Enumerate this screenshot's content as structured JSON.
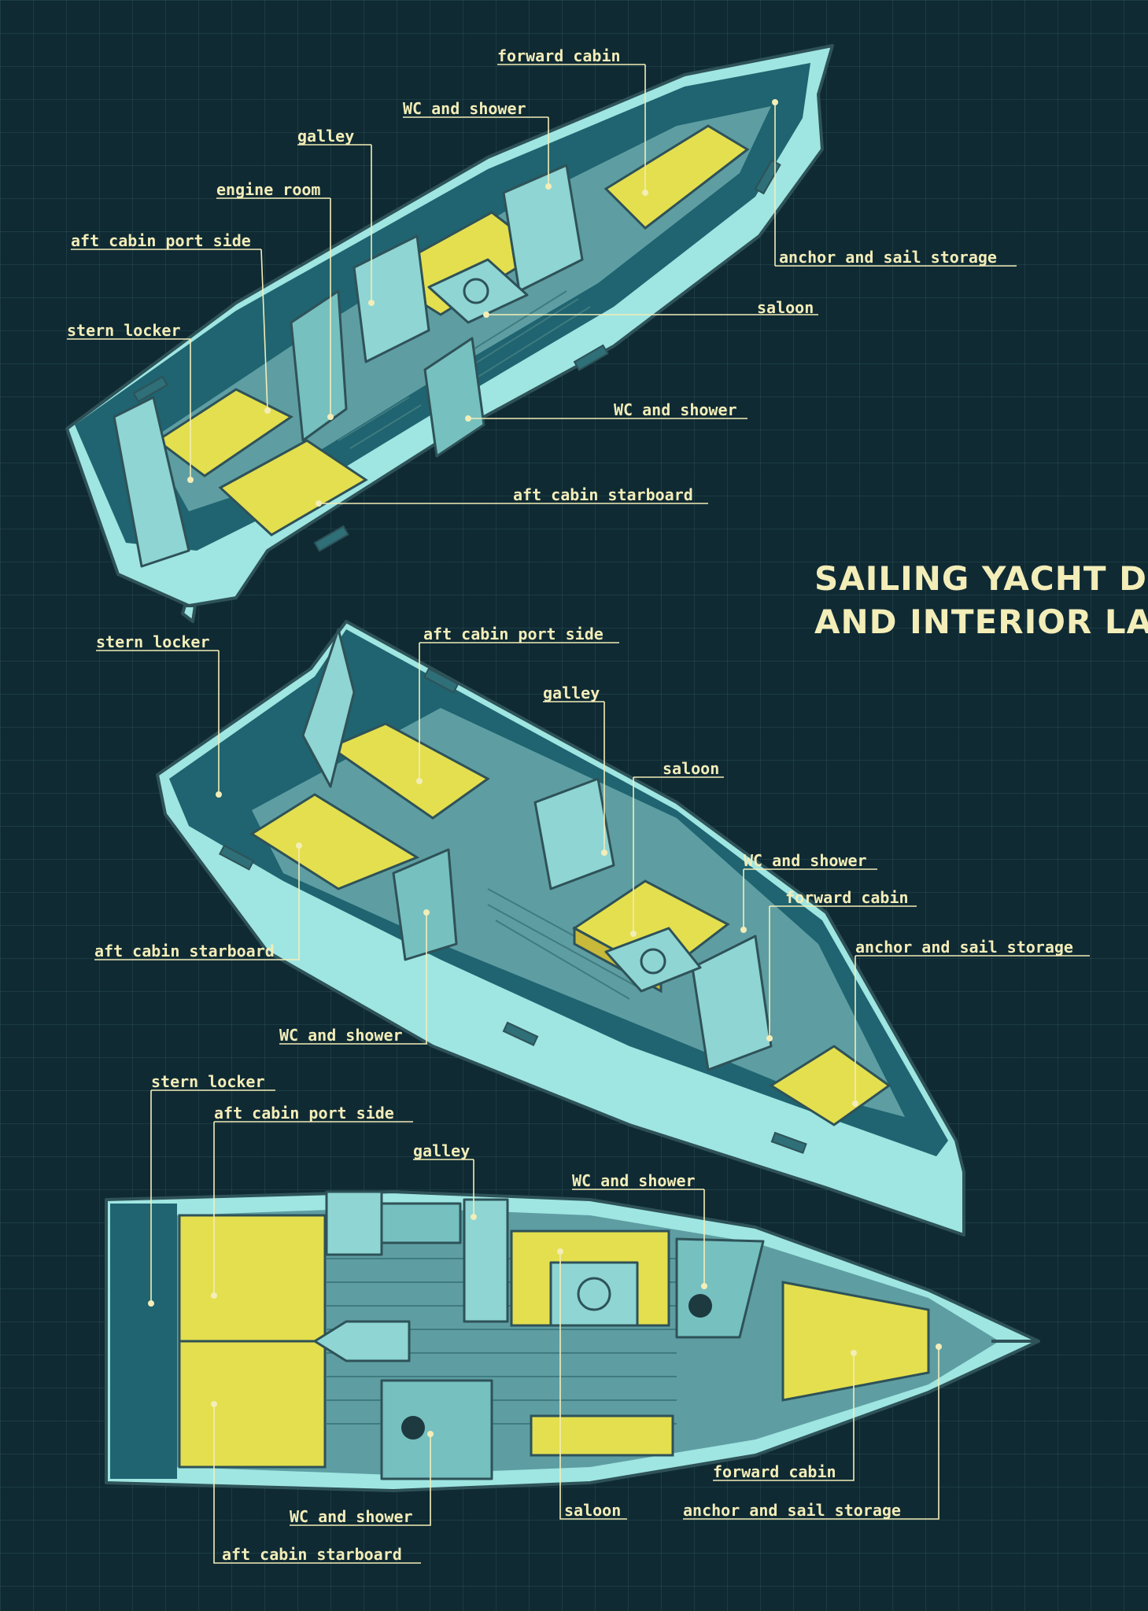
{
  "title": {
    "line1": "SAILING YACHT DESIGN",
    "line2": "AND INTERIOR LAYOUT"
  },
  "top_view_labels": {
    "forward_cabin": "forward cabin",
    "wc_shower_1": "WC and shower",
    "galley": "galley",
    "engine_room": "engine room",
    "aft_cabin_port": "aft cabin port side",
    "stern_locker": "stern locker",
    "anchor_storage": "anchor and sail storage",
    "saloon": "saloon",
    "wc_shower_2": "WC and shower",
    "aft_cabin_starboard": "aft cabin starboard"
  },
  "middle_view_labels": {
    "stern_locker": "stern locker",
    "aft_cabin_port": "aft cabin port side",
    "galley": "galley",
    "saloon": "saloon",
    "wc_shower_1": "WC and shower",
    "forward_cabin": "forward cabin",
    "anchor_storage": "anchor and sail storage",
    "aft_cabin_starboard": "aft cabin starboard",
    "wc_shower_2": "WC and shower"
  },
  "plan_view_labels": {
    "stern_locker": "stern locker",
    "aft_cabin_port": "aft cabin port side",
    "galley": "galley",
    "wc_shower_1": "WC and shower",
    "forward_cabin": "forward cabin",
    "anchor_storage": "anchor and sail storage",
    "saloon": "saloon",
    "wc_shower_2": "WC and shower",
    "aft_cabin_starboard": "aft cabin starboard"
  },
  "colors": {
    "background": "#0f2a33",
    "hull": "#9fe6e2",
    "cushion": "#e4df4e",
    "label": "#f3edb8"
  },
  "icons": [
    "compass-rose-icon"
  ]
}
